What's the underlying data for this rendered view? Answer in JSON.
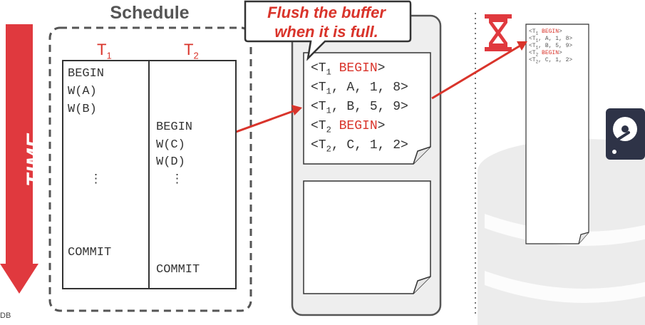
{
  "schedule": {
    "title": "Schedule",
    "t1_label": "T",
    "t1_sub": "1",
    "t2_label": "T",
    "t2_sub": "2",
    "t1_ops": [
      "BEGIN",
      "W(A)",
      "W(B)",
      "⋮",
      "COMMIT"
    ],
    "t2_ops": [
      "BEGIN",
      "W(C)",
      "W(D)",
      "⋮",
      "COMMIT"
    ]
  },
  "time_label": "TIME",
  "callout": {
    "line1": "Flush the buffer",
    "line2": "when it is full."
  },
  "buffer_log": [
    {
      "open": "<T",
      "sub": "1",
      "rest": " ",
      "keyword": "BEGIN",
      "close": ">"
    },
    {
      "open": "<T",
      "sub": "1",
      "rest": ", A, 1, 8>",
      "keyword": "",
      "close": ""
    },
    {
      "open": "<T",
      "sub": "1",
      "rest": ", B, 5, 9>",
      "keyword": "",
      "close": ""
    },
    {
      "open": "<T",
      "sub": "2",
      "rest": " ",
      "keyword": "BEGIN",
      "close": ">"
    },
    {
      "open": "<T",
      "sub": "2",
      "rest": ", C, 1, 2>",
      "keyword": "",
      "close": ""
    }
  ],
  "disk_log": [
    {
      "open": "<T",
      "sub": "1",
      "rest": " ",
      "keyword": "BEGIN",
      "close": ">"
    },
    {
      "open": "<T",
      "sub": "1",
      "rest": ", A, 1, 8>",
      "keyword": "",
      "close": ""
    },
    {
      "open": "<T",
      "sub": "1",
      "rest": ", B, 5, 9>",
      "keyword": "",
      "close": ""
    },
    {
      "open": "<T",
      "sub": "2",
      "rest": " ",
      "keyword": "BEGIN",
      "close": ">"
    },
    {
      "open": "<T",
      "sub": "2",
      "rest": ", C, 1, 2>",
      "keyword": "",
      "close": ""
    }
  ],
  "icons": {
    "time_arrow": "down-arrow-icon",
    "pointer": "right-arrow-icon",
    "timer": "hourglass-icon",
    "disk": "hard-disk-icon"
  },
  "colors": {
    "accent": "#d9342b",
    "dark": "#333333",
    "navy": "#2e3347"
  },
  "corner_text": "DB"
}
